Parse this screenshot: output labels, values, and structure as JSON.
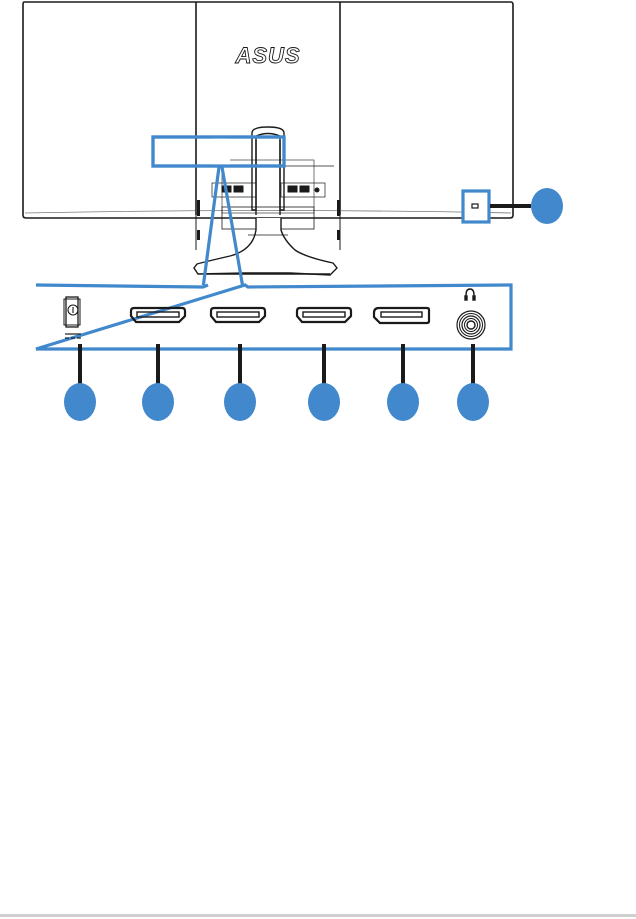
{
  "figure": {
    "title": "Monitor rear view with connection ports",
    "brand_logo": "ASUS",
    "accent_color": "#4189cc",
    "line_color": "#1a1a1a"
  },
  "ports": [
    {
      "name": "dc-in-port",
      "icon": "dc-power-icon",
      "symbol": "⎓"
    },
    {
      "name": "hdmi-port-1",
      "icon": "hdmi-icon"
    },
    {
      "name": "hdmi-port-2",
      "icon": "hdmi-icon"
    },
    {
      "name": "hdmi-port-3",
      "icon": "hdmi-icon"
    },
    {
      "name": "displayport",
      "icon": "displayport-icon"
    },
    {
      "name": "earphone-jack",
      "icon": "headphone-icon"
    }
  ],
  "callouts": {
    "kensington_lock": {
      "label": ""
    },
    "port_markers": [
      "",
      "",
      "",
      "",
      "",
      ""
    ]
  }
}
